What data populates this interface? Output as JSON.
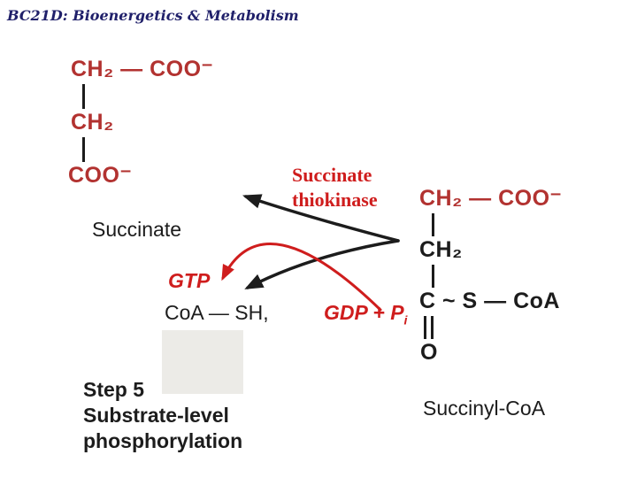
{
  "header": {
    "title": "BC21D: Bioenergetics & Metabolism"
  },
  "molecules": {
    "succinate": {
      "row1": "CH₂ — COO⁻",
      "row2": "CH₂",
      "row3": "COO⁻",
      "label": "Succinate"
    },
    "succinyl_coa": {
      "row1": "CH₂ — COO⁻",
      "row2": "CH₂",
      "row3": "C ~ S — CoA",
      "row4": "O",
      "label": "Succinyl-CoA"
    }
  },
  "enzyme": {
    "name_line1": "Succinate",
    "name_line2": "thiokinase"
  },
  "cofactors": {
    "gtp": "GTP",
    "coa_sh": "CoA — SH,",
    "gdp_base": "GDP + P",
    "gdp_sub": "i"
  },
  "step": {
    "title": "Step 5",
    "desc_line1": "Substrate-level",
    "desc_line2": "phosphorylation"
  },
  "colors": {
    "red": "#cf1d1d",
    "structure_red": "#b23230",
    "black": "#1c1c1c",
    "navy": "#20206a",
    "box_gray": "#ecebe7"
  }
}
